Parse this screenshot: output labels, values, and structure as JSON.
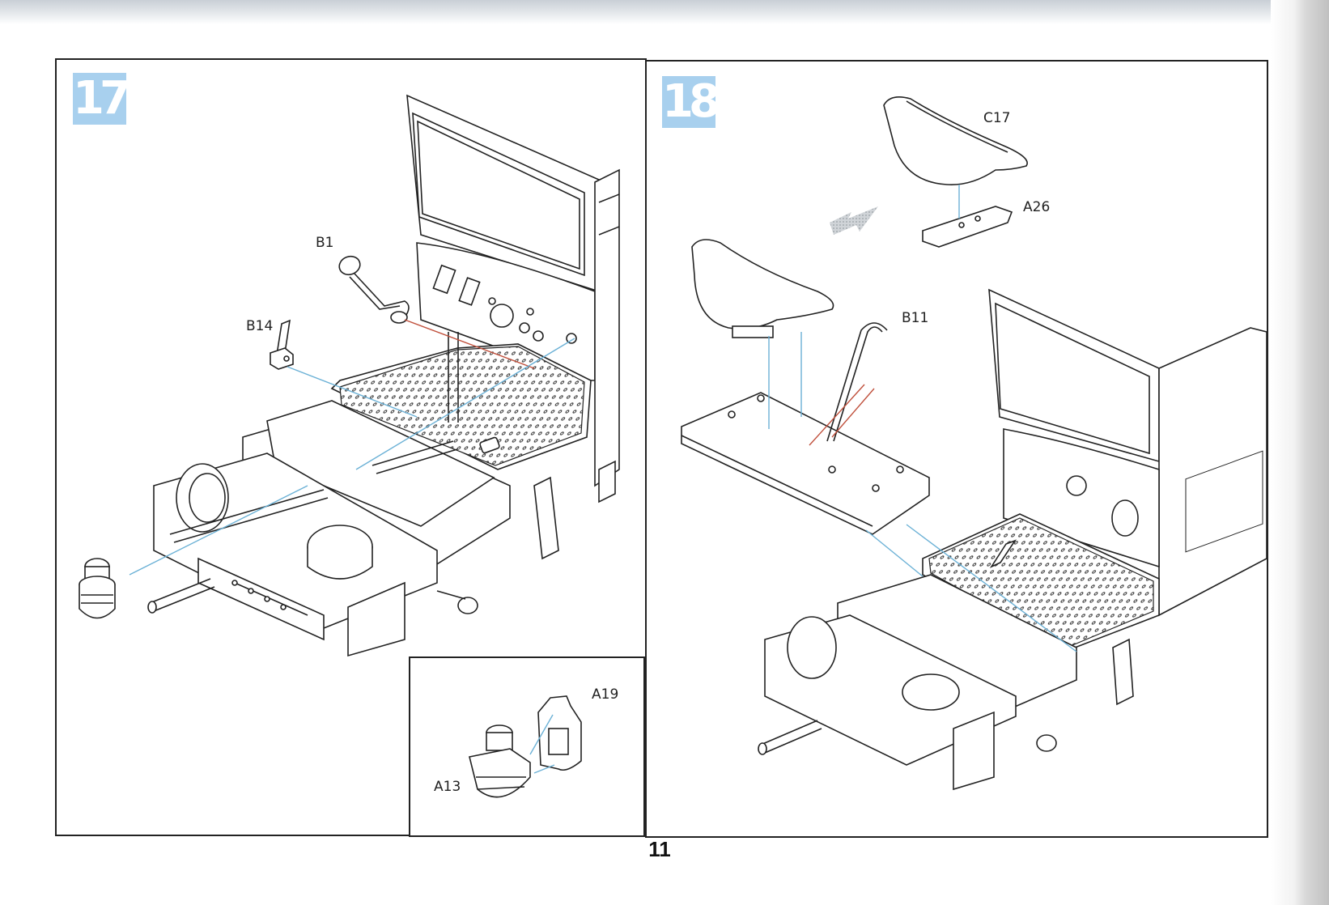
{
  "page": {
    "page_number": "11",
    "colors": {
      "step_badge": "#a8d0ee",
      "guide_line_blue": "#6bb1d6",
      "guide_line_red": "#c0503c",
      "direction_arrow": "#b8bcc0"
    }
  },
  "steps": [
    {
      "number": "17",
      "parts": [
        {
          "label": "B1",
          "description": "gear lever"
        },
        {
          "label": "B14",
          "description": "hand lever"
        }
      ],
      "inset": {
        "parts": [
          {
            "label": "A19"
          },
          {
            "label": "A13"
          }
        ]
      }
    },
    {
      "number": "18",
      "parts": [
        {
          "label": "C17",
          "description": "seat"
        },
        {
          "label": "A26",
          "description": "seat bracket"
        },
        {
          "label": "B11",
          "description": "rod"
        }
      ],
      "direction_arrow_icon": "arrow-down-left-icon"
    }
  ]
}
